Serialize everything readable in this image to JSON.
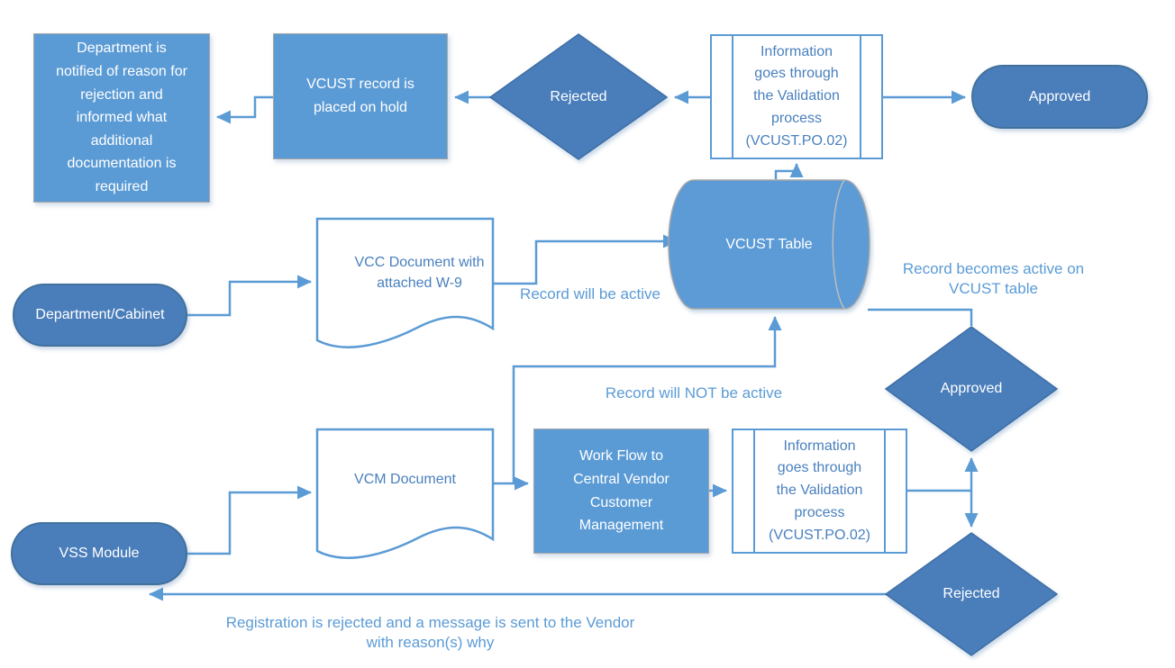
{
  "colors": {
    "fill_medium_blue": "#5B9BD5",
    "fill_dark_blue": "#4A7EBB",
    "border_gray": "#A6A6A6",
    "border_blue_dark": "#41719C",
    "connector_blue": "#5B9BD5",
    "label_text_blue": "#5B9BD5",
    "white_shape_text_blue": "#4A80BE",
    "shape_text_white": "#FFFFFF",
    "background": "#FFFFFF"
  },
  "nodes": {
    "dept_notified": {
      "shape": "process",
      "label": "Department is notified of reason for rejection and informed what additional documentation is required"
    },
    "vcust_hold": {
      "shape": "process",
      "label": "VCUST record is placed on hold"
    },
    "rejected_top": {
      "shape": "decision",
      "label": "Rejected"
    },
    "validation_top": {
      "shape": "predefined-process",
      "label": "Information goes through the Validation process (VCUST.PO.02)"
    },
    "approved_top": {
      "shape": "terminator",
      "label": "Approved"
    },
    "vcust_table": {
      "shape": "database-cylinder",
      "label": "VCUST Table"
    },
    "vcc_document": {
      "shape": "document",
      "label": "VCC Document with attached W-9"
    },
    "dept_cabinet": {
      "shape": "terminator",
      "label": "Department/Cabinet"
    },
    "approved_right": {
      "shape": "decision",
      "label": "Approved"
    },
    "workflow": {
      "shape": "process",
      "label": "Work Flow to Central Vendor Customer Management"
    },
    "validation_bottom": {
      "shape": "predefined-process",
      "label": "Information goes through the Validation process (VCUST.PO.02)"
    },
    "vcm_document": {
      "shape": "document",
      "label": "VCM Document"
    },
    "vss_module": {
      "shape": "terminator",
      "label": "VSS Module"
    },
    "rejected_bottom": {
      "shape": "decision",
      "label": "Rejected"
    }
  },
  "labels": {
    "record_active": "Record will be active",
    "record_becomes_active": "Record becomes active on VCUST table",
    "record_not_active": "Record will NOT be active",
    "registration_rejected": "Registration is rejected and a message is sent to the Vendor with reason(s) why"
  }
}
